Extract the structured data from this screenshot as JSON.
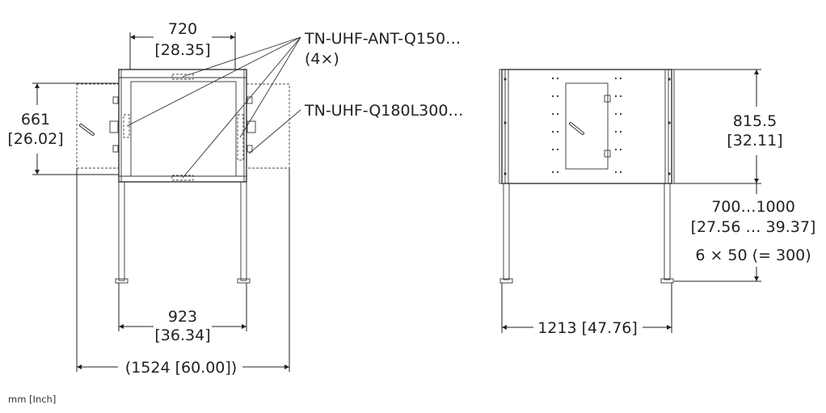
{
  "front_view": {
    "antenna_width": {
      "mm": "720",
      "inch": "[28.35]"
    },
    "antenna_height": {
      "mm": "661",
      "inch": "[26.02]"
    },
    "frame_width": {
      "mm": "923",
      "inch": "[36.34]"
    },
    "overall_width": "(1524 [60.00])",
    "label_antenna": "TN-UHF-ANT-Q150…",
    "label_antenna_count": "(4×)",
    "label_reader": "TN-UHF-Q180L300…"
  },
  "side_view": {
    "height": {
      "mm": "815.5",
      "inch": "[32.11]"
    },
    "stand_height": {
      "mm": "700…1000",
      "inch": "[27.56 … 39.37]"
    },
    "adjust_steps": "6 × 50 (= 300)",
    "depth": "1213 [47.76]"
  },
  "units_note": "mm [Inch]"
}
